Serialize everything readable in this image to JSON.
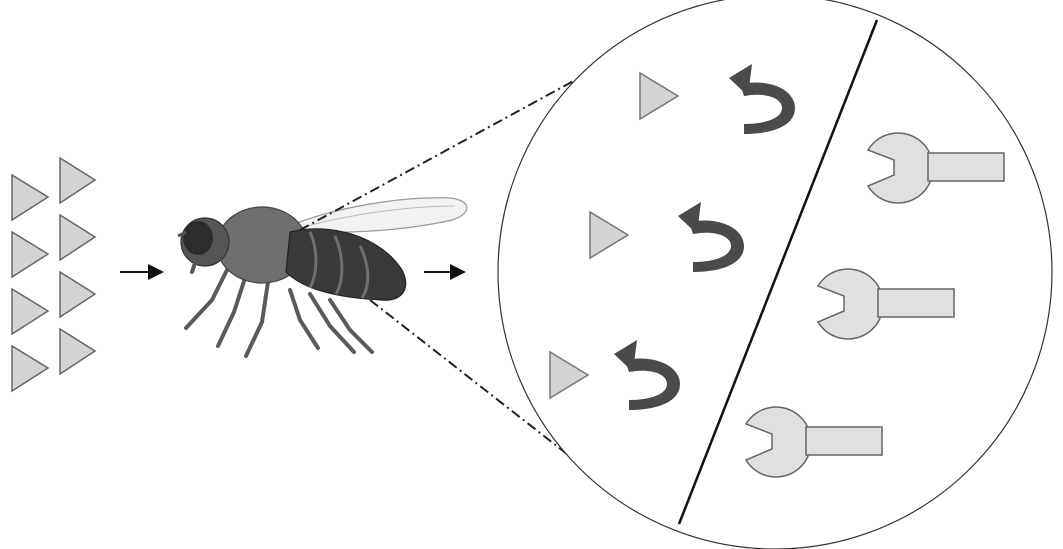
{
  "diagram": {
    "caption": "",
    "colors": {
      "stroke": "#333333",
      "ligand_fill": "#d4d4d4",
      "receptor_fill": "#e0e0e0",
      "efflux_arrow": "#4a4a4a",
      "fly_body": "#6f6f6f",
      "fly_dark": "#3a3a3a",
      "wing_fill": "#f2f2f2"
    },
    "elements": [
      "ligand-triangles",
      "input-arrow",
      "fly-illustration",
      "output-arrow",
      "zoom-lines",
      "zoom-circle",
      "membrane-line",
      "efflux-arrows",
      "receptors"
    ]
  }
}
